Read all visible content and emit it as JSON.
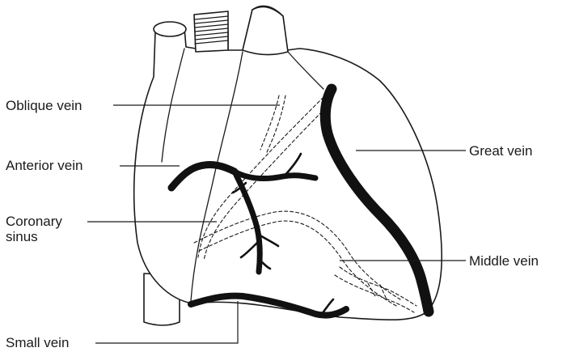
{
  "labels": {
    "oblique_vein": "Oblique vein",
    "anterior_vein": "Anterior vein",
    "coronary_sinus_line1": "Coronary",
    "coronary_sinus_line2": "sinus",
    "small_vein": "Small vein",
    "great_vein": "Great vein",
    "middle_vein": "Middle vein"
  },
  "colors": {
    "ink": "#1a1a1a",
    "vein": "#111111",
    "background": "#ffffff"
  }
}
